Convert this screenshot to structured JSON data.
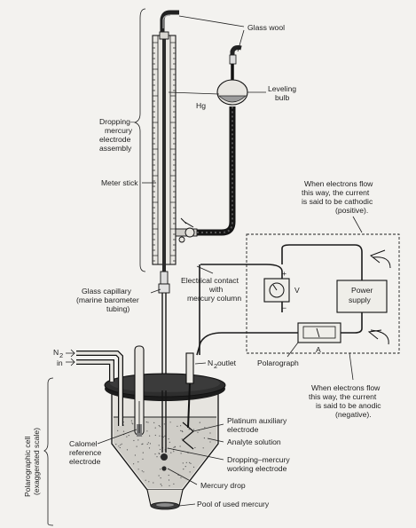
{
  "labels": {
    "glass_wool": "Glass wool",
    "leveling_bulb": [
      "Leveling",
      "bulb"
    ],
    "hg": "Hg",
    "dme_assembly": [
      "Dropping–",
      "mercury",
      "electrode",
      "assembly"
    ],
    "meter_stick": "Meter stick",
    "cathodic_note": [
      "When electrons flow",
      "this way, the current",
      "is said to be cathodic",
      "(positive)."
    ],
    "power_supply": [
      "Power",
      "supply"
    ],
    "electrical_contact": [
      "Electrical contact",
      "with",
      "mercury column"
    ],
    "glass_capillary": [
      "Glass capillary",
      "(marine barometer",
      "tubing)"
    ],
    "plus_sign": "+",
    "minus_sign": "−",
    "voltmeter_v": "V",
    "ammeter_a": "A",
    "polarograph": "Polarograph",
    "n2_in": [
      "N",
      "2",
      "in"
    ],
    "n2_outlet": [
      "N",
      "2",
      " outlet"
    ],
    "anodic_note": [
      "When electrons flow",
      "this way, the current",
      "is said to be anodic",
      "(negative)."
    ],
    "polarographic_cell": [
      "Polarographic cell",
      "(exaggerated scale)"
    ],
    "platinum_aux": [
      "Platinum auxiliary",
      "electrode"
    ],
    "analyte_solution": "Analyte solution",
    "calomel": [
      "Calomel",
      "reference",
      "electrode"
    ],
    "dme_working": [
      "Dropping–mercury",
      "working electrode"
    ],
    "mercury_drop": "Mercury drop",
    "pool": "Pool of used mercury"
  }
}
